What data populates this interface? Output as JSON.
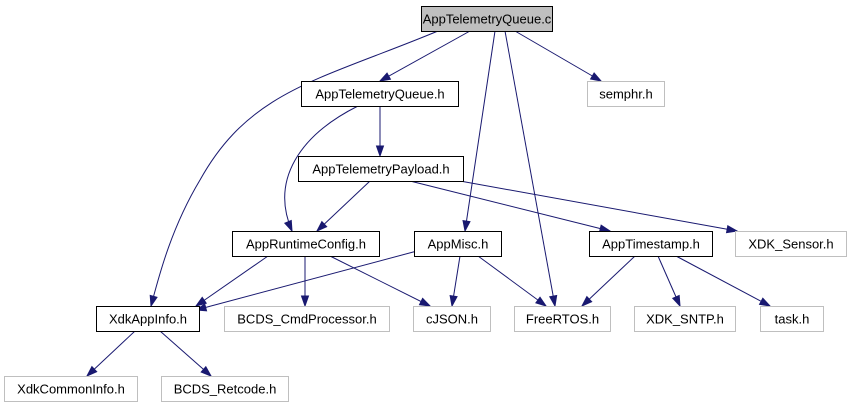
{
  "graph": {
    "nodes": [
      {
        "id": "c",
        "label": "AppTelemetryQueue.c",
        "kind": "root"
      },
      {
        "id": "qh",
        "label": "AppTelemetryQueue.h",
        "kind": "local"
      },
      {
        "id": "semphr",
        "label": "semphr.h",
        "kind": "external"
      },
      {
        "id": "payload",
        "label": "AppTelemetryPayload.h",
        "kind": "local"
      },
      {
        "id": "runtime",
        "label": "AppRuntimeConfig.h",
        "kind": "local"
      },
      {
        "id": "misc",
        "label": "AppMisc.h",
        "kind": "local"
      },
      {
        "id": "timestamp",
        "label": "AppTimestamp.h",
        "kind": "local"
      },
      {
        "id": "sensor",
        "label": "XDK_Sensor.h",
        "kind": "external"
      },
      {
        "id": "xdkinfo",
        "label": "XdkAppInfo.h",
        "kind": "local"
      },
      {
        "id": "cmdproc",
        "label": "BCDS_CmdProcessor.h",
        "kind": "external"
      },
      {
        "id": "cjson",
        "label": "cJSON.h",
        "kind": "external"
      },
      {
        "id": "freertos",
        "label": "FreeRTOS.h",
        "kind": "external"
      },
      {
        "id": "sntp",
        "label": "XDK_SNTP.h",
        "kind": "external"
      },
      {
        "id": "task",
        "label": "task.h",
        "kind": "external"
      },
      {
        "id": "common",
        "label": "XdkCommonInfo.h",
        "kind": "external"
      },
      {
        "id": "retcode",
        "label": "BCDS_Retcode.h",
        "kind": "external"
      }
    ],
    "edges": [
      {
        "from": "c",
        "to": "xdkinfo"
      },
      {
        "from": "c",
        "to": "qh"
      },
      {
        "from": "c",
        "to": "misc"
      },
      {
        "from": "c",
        "to": "freertos"
      },
      {
        "from": "c",
        "to": "semphr"
      },
      {
        "from": "qh",
        "to": "payload"
      },
      {
        "from": "qh",
        "to": "runtime"
      },
      {
        "from": "payload",
        "to": "runtime"
      },
      {
        "from": "payload",
        "to": "timestamp"
      },
      {
        "from": "payload",
        "to": "sensor"
      },
      {
        "from": "runtime",
        "to": "xdkinfo"
      },
      {
        "from": "runtime",
        "to": "cmdproc"
      },
      {
        "from": "runtime",
        "to": "cjson"
      },
      {
        "from": "misc",
        "to": "xdkinfo"
      },
      {
        "from": "misc",
        "to": "cjson"
      },
      {
        "from": "misc",
        "to": "freertos"
      },
      {
        "from": "timestamp",
        "to": "freertos"
      },
      {
        "from": "timestamp",
        "to": "sntp"
      },
      {
        "from": "timestamp",
        "to": "task"
      },
      {
        "from": "xdkinfo",
        "to": "common"
      },
      {
        "from": "xdkinfo",
        "to": "retcode"
      }
    ]
  },
  "colors": {
    "edge": "#191970",
    "root_fill": "#bfbfbf",
    "local_border": "#000000",
    "external_border": "#bfbfbf",
    "label": "#000000"
  }
}
